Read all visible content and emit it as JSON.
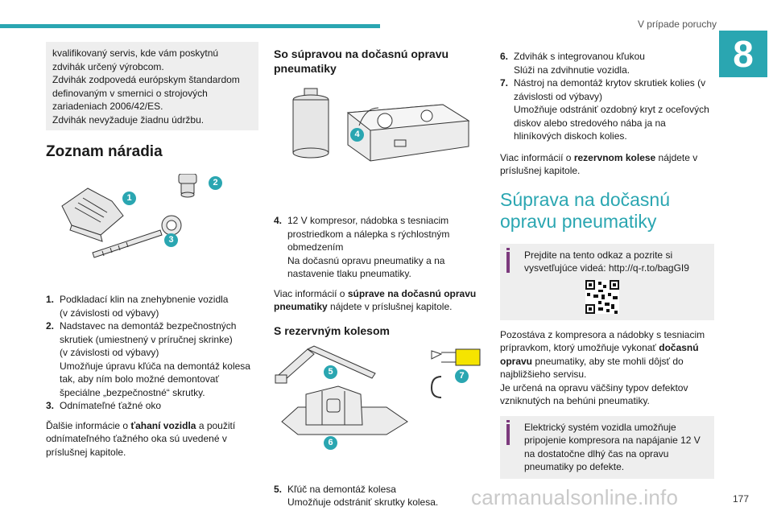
{
  "header": {
    "section_title": "V prípade poruchy",
    "chapter_number": "8",
    "page_number": "177",
    "watermark": "carmanualsonline.info"
  },
  "col1": {
    "intro_box": [
      "kvalifikovaný servis, kde vám poskytnú zdvihák určený výrobcom.",
      "Zdvihák zodpovedá európskym štandardom definovaným v smernici o strojových zariadeniach 2006/42/ES.",
      "Zdvihák nevyžaduje žiadnu údržbu."
    ],
    "heading": "Zoznam náradia",
    "badges": [
      "1",
      "2",
      "3"
    ],
    "items": [
      {
        "num": "1.",
        "text": "Podkladací klin na znehybnenie vozidla",
        "sub": [
          "(v závislosti od výbavy)"
        ]
      },
      {
        "num": "2.",
        "text": "Nadstavec na demontáž bezpečnostných skrutiek (umiestnený v príručnej skrinke)",
        "sub": [
          "(v závislosti od výbavy)",
          "Umožňuje úpravu kľúča na demontáž kolesa tak, aby ním bolo možné demontovať špeciálne „bezpečnostné“ skrutky."
        ]
      },
      {
        "num": "3.",
        "text": "Odnímateľné ťažné oko",
        "sub": []
      }
    ],
    "para": {
      "before": "Ďalšie informácie o ",
      "bold": "ťahaní vozidla",
      "after": " a použití odnímateľného ťažného oka sú uvedené v príslušnej kapitole."
    }
  },
  "col2": {
    "heading1": "So súpravou na dočasnú opravu pneumatiky",
    "badge_4": "4",
    "item4": {
      "num": "4.",
      "text": "12 V kompresor, nádobka s tesniacim prostriedkom a nálepka s rýchlostným obmedzením",
      "sub": [
        "Na dočasnú opravu pneumatiky a na nastavenie tlaku pneumatiky."
      ]
    },
    "para": {
      "before": "Viac informácií o ",
      "bold": "súprave na dočasnú opravu pneumatiky",
      "after": " nájdete v príslušnej kapitole."
    },
    "heading2": "S rezervným kolesom",
    "badges2": [
      "5",
      "6",
      "7"
    ],
    "item5": {
      "num": "5.",
      "text": "Kľúč na demontáž kolesa",
      "sub": [
        "Umožňuje odstrániť skrutky kolesa."
      ]
    }
  },
  "col3": {
    "items": [
      {
        "num": "6.",
        "text": "Zdvihák s integrovanou kľukou",
        "sub": [
          "Slúži na zdvihnutie vozidla."
        ]
      },
      {
        "num": "7.",
        "text": "Nástroj na demontáž krytov skrutiek kolies (v závislosti od výbavy)",
        "sub": [
          "Umožňuje odstrániť ozdobný kryt z oceľových diskov alebo stredového nába ja na hliníkových diskoch kolies."
        ]
      }
    ],
    "para1": {
      "before": "Viac informácií o ",
      "bold": "rezervnom kolese",
      "after": " nájdete v príslušnej kapitole."
    },
    "heading": "Súprava na dočasnú opravu pneumatiky",
    "info1": "Prejdite na tento odkaz a pozrite si vysvetľujúce videá: http://q-r.to/bagGI9",
    "para2": {
      "before": "Pozostáva z kompresora a nádobky s tesniacim prípravkom, ktorý umožňuje vykonať ",
      "bold": "dočasnú opravu",
      "after": " pneumatiky, aby ste mohli dôjsť do najbližšieho servisu."
    },
    "para3": "Je určená na opravu väčšiny typov defektov vzniknutých na behúni pneumatiky.",
    "info2": "Elektrický systém vozidla umožňuje pripojenie kompresora na napájanie 12 V na dostatočne dlhý čas na opravu pneumatiky po defekte."
  },
  "colors": {
    "accent": "#2aa6b1",
    "info_mark": "#7c3a7d",
    "box_bg": "#eeeeee",
    "highlight": "#f5e400"
  }
}
